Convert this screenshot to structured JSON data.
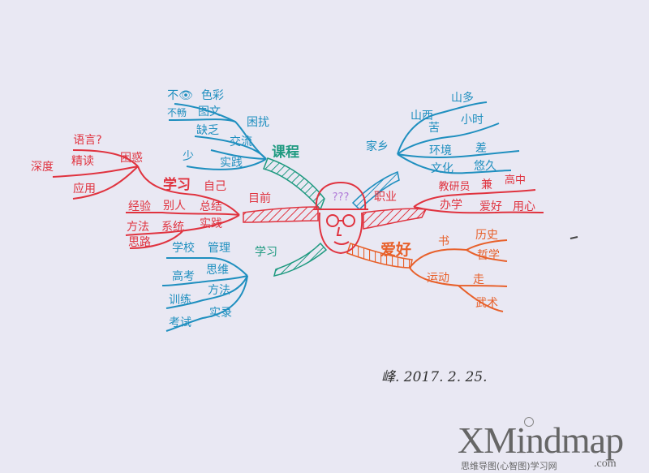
{
  "mindmap": {
    "center": {
      "label": "???",
      "description": "face with glasses and cap"
    },
    "branches": [
      {
        "id": "course",
        "label": "课程",
        "color": "#1f8fbf",
        "children": [
          {
            "label": "困扰",
            "children": [
              {
                "label": "不👁",
                "sub": "色彩"
              },
              {
                "label": "不畅",
                "sub": "图文"
              }
            ]
          },
          {
            "label": "交流",
            "children": [
              {
                "label": "缺乏"
              }
            ]
          },
          {
            "label": "实践",
            "children": [
              {
                "label": "少"
              }
            ]
          }
        ]
      },
      {
        "id": "home",
        "label": "家乡",
        "color": "#1f8fbf",
        "children": [
          {
            "label": "山西",
            "sub": "山多"
          },
          {
            "label": "苦",
            "sub": "小时"
          },
          {
            "label": "环境",
            "sub": "差"
          },
          {
            "label": "文化",
            "sub": "悠久"
          }
        ]
      },
      {
        "id": "career",
        "label": "职业",
        "color": "#e0333f",
        "children": [
          {
            "label": "教研员",
            "sub": "兼",
            "sub2": "高中"
          },
          {
            "label": "办学",
            "sub": "爱好",
            "sub2": "用心"
          }
        ]
      },
      {
        "id": "hobby",
        "label": "爱好",
        "color": "#e8602a",
        "children": [
          {
            "label": "书",
            "children": [
              {
                "label": "历史"
              },
              {
                "label": "哲学"
              }
            ]
          },
          {
            "label": "运动",
            "children": [
              {
                "label": "走"
              },
              {
                "label": "武术"
              }
            ]
          }
        ]
      },
      {
        "id": "study",
        "label": "学习",
        "color": "#1f9a80",
        "children": [
          {
            "label": "管理",
            "sub": "学校"
          },
          {
            "label": "思维",
            "sub": "高考"
          },
          {
            "label": "方法",
            "sub": "训练"
          },
          {
            "label": "实录",
            "sub": "考试"
          }
        ]
      },
      {
        "id": "current",
        "label": "目前",
        "color": "#e0333f",
        "children": [
          {
            "label": "经验",
            "sub": "学习",
            "sub2": "别人",
            "extra": "总结"
          },
          {
            "label": "困惑",
            "children": [
              {
                "label": "语言?"
              },
              {
                "label": "精读",
                "sub": "深度"
              },
              {
                "label": "应用"
              }
            ]
          },
          {
            "label": "实践",
            "sub": "系统",
            "sub2": "方法"
          },
          {
            "label": "思路"
          }
        ]
      }
    ]
  },
  "labels": {
    "center_q": "???",
    "course": {
      "main": "课程",
      "kunrao": "困扰",
      "bu_eye": "不👁",
      "secai": "色彩",
      "buchang": "不畅",
      "tuwen": "图文",
      "queifa": "缺乏",
      "jiaoliu": "交流",
      "shao": "少",
      "shijian": "实践"
    },
    "home": {
      "main": "家乡",
      "shanxi": "山西",
      "shanduo": "山多",
      "ku": "苦",
      "xiaoshi": "小时",
      "huanjing": "环境",
      "cha": "差",
      "wenhua": "文化",
      "youjiu": "悠久"
    },
    "career": {
      "main": "职业",
      "jiaoyanyuan": "教研员",
      "jian": "兼",
      "gaozhong": "高中",
      "banxue": "办学",
      "aihao": "爱好",
      "yongxin": "用心"
    },
    "hobby": {
      "main": "爱好",
      "shu": "书",
      "lishi": "历史",
      "zhexue": "哲学",
      "yundong": "运动",
      "zou": "走",
      "wushu": "武术"
    },
    "study": {
      "main": "学习",
      "xuexiao": "学校",
      "guanli": "管理",
      "gaokao": "高考",
      "siwei": "思维",
      "xunlian": "训练",
      "fangfa": "方法",
      "kaoshi": "考试",
      "shilu": "实录"
    },
    "current": {
      "main": "目前",
      "xuexi": "学习",
      "ziji": "自己",
      "jingyan": "经验",
      "bieren": "别人",
      "zongjie": "总结",
      "fangfa": "方法",
      "xitong": "系统",
      "shijian": "实践",
      "silu": "思路",
      "kunhuo": "困惑",
      "yuyan": "语言?",
      "jingdu": "精读",
      "shendu": "深度",
      "yingyong": "应用"
    }
  },
  "signature": {
    "text": "峰. 2017. 2. 25."
  },
  "watermark": {
    "brand": "XMindmap",
    "subtitle": "思维导图(心智图)学习网",
    "domain": ".com"
  },
  "colors": {
    "background": "#e9e8f3",
    "red": "#e0333f",
    "blue": "#1f8fbf",
    "teal": "#1f9a80",
    "orange": "#e8602a"
  }
}
